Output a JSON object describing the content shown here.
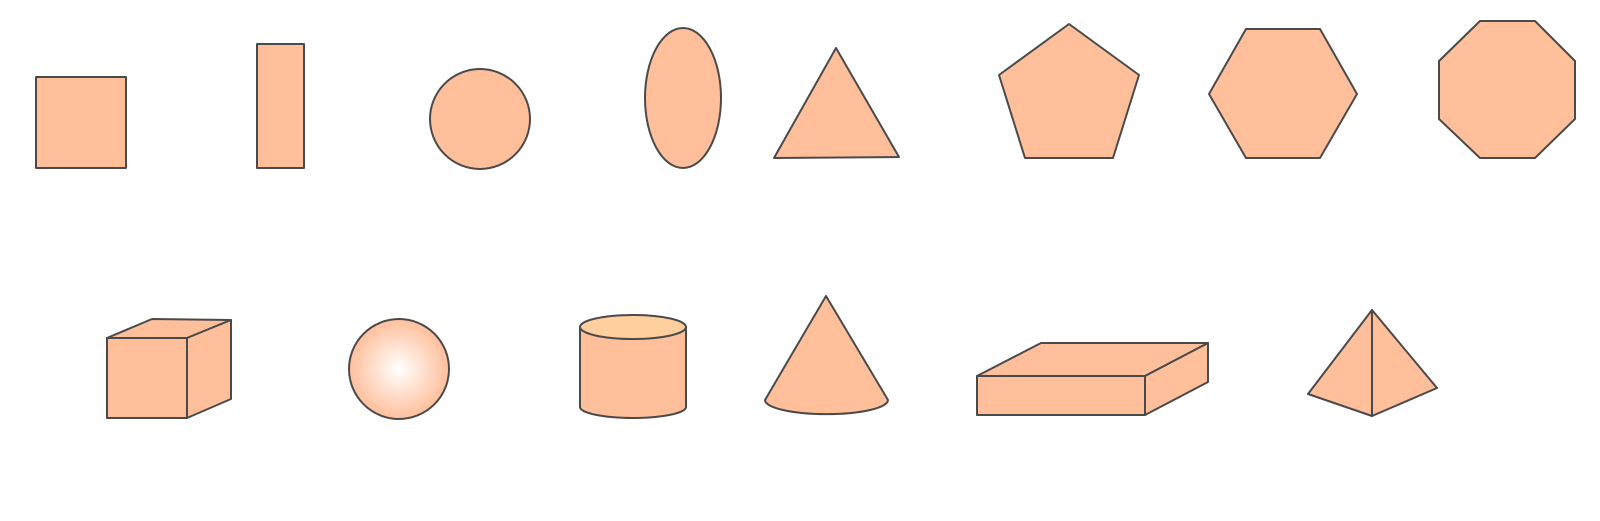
{
  "colors": {
    "fill": "#FFBF9B",
    "stroke": "#4A4A4A",
    "top_face": "#FFCF9E",
    "highlight": "#FFFFFF",
    "background": "#FFFFFF"
  },
  "shapes_2d": [
    {
      "name": "square"
    },
    {
      "name": "rectangle"
    },
    {
      "name": "circle"
    },
    {
      "name": "ellipse"
    },
    {
      "name": "triangle"
    },
    {
      "name": "pentagon"
    },
    {
      "name": "hexagon"
    },
    {
      "name": "octagon"
    }
  ],
  "shapes_3d": [
    {
      "name": "cube"
    },
    {
      "name": "sphere"
    },
    {
      "name": "cylinder"
    },
    {
      "name": "cone"
    },
    {
      "name": "rectangular-prism"
    },
    {
      "name": "triangular-pyramid"
    }
  ]
}
